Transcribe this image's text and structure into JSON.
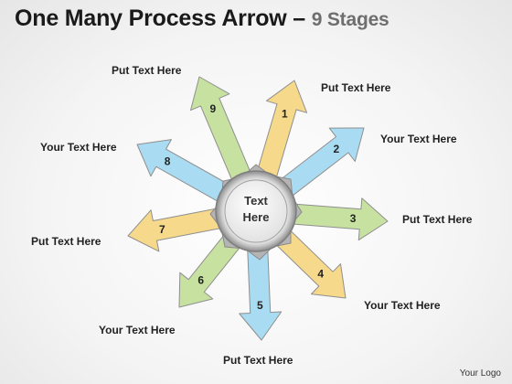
{
  "header": {
    "title": "One Many Process Arrow – ",
    "subtitle": "9 Stages"
  },
  "center": {
    "line1": "Text",
    "line2": "Here"
  },
  "colors": {
    "yellow": "#f6d98a",
    "blue": "#a9dcf2",
    "green": "#c7e2a0",
    "outline": "#8f8f8f"
  },
  "arrows": [
    {
      "number": "1",
      "color": "yellow",
      "label": "Put Text  Here"
    },
    {
      "number": "2",
      "color": "blue",
      "label": "Your Text  Here"
    },
    {
      "number": "3",
      "color": "green",
      "label": "Put Text  Here"
    },
    {
      "number": "4",
      "color": "yellow",
      "label": "Your Text  Here"
    },
    {
      "number": "5",
      "color": "blue",
      "label": "Put Text  Here"
    },
    {
      "number": "6",
      "color": "green",
      "label": "Your Text  Here"
    },
    {
      "number": "7",
      "color": "yellow",
      "label": "Put Text  Here"
    },
    {
      "number": "8",
      "color": "blue",
      "label": "Your Text  Here"
    },
    {
      "number": "9",
      "color": "green",
      "label": "Put Text  Here"
    }
  ],
  "footer": {
    "logo": "Your Logo"
  }
}
